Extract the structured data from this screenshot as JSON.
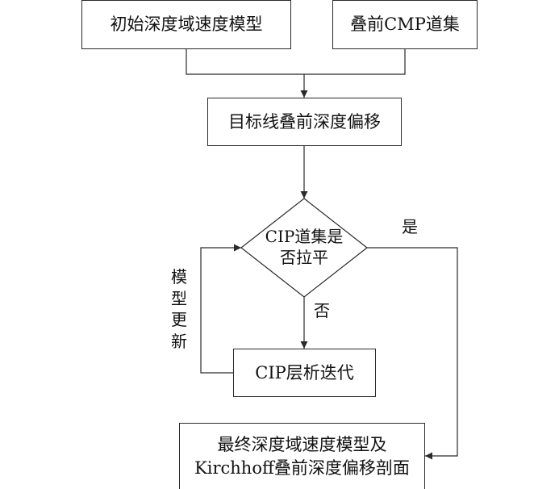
{
  "nodes": {
    "init_model": "初始深度域速度模型",
    "prestack_cmp": "叠前CMP道集",
    "target_migration": "目标线叠前深度偏移",
    "cip_decision_line1": "CIP道集是",
    "cip_decision_line2": "否拉平",
    "cip_tomography": "CIP层析迭代",
    "final_line1": "最终深度域速度模型及",
    "final_line2": "Kirchhoff叠前深度偏移剖面"
  },
  "edge_labels": {
    "yes": "是",
    "no": "否",
    "model_update": [
      "模",
      "型",
      "更",
      "新"
    ]
  }
}
